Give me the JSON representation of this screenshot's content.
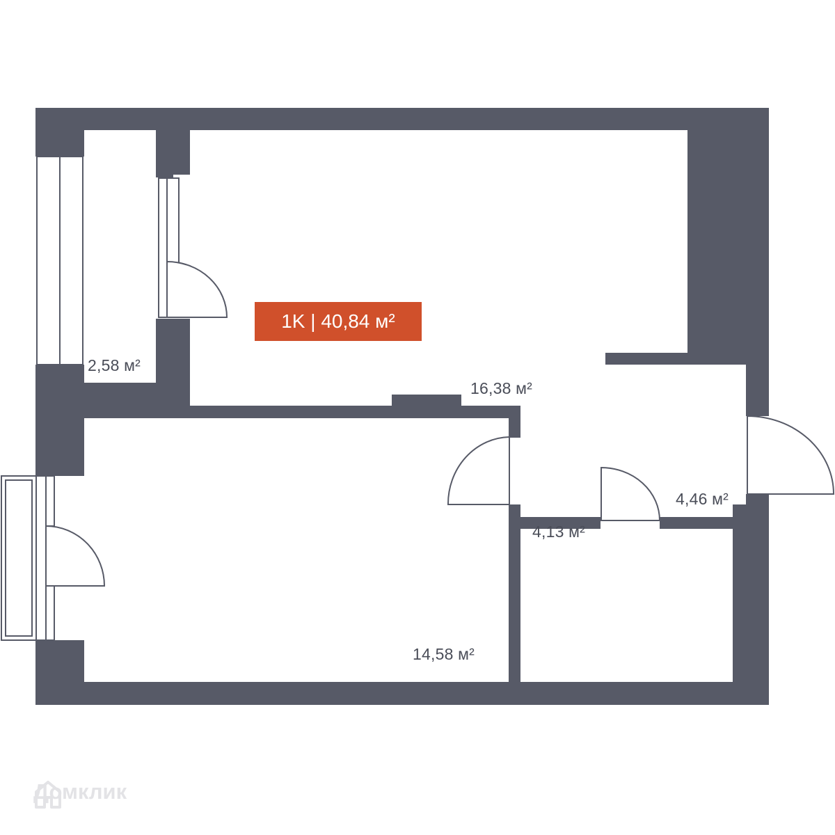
{
  "plan": {
    "apartment_label": "1K | 40,84 м²",
    "rooms": [
      {
        "id": "storage",
        "area": "2,58 м²"
      },
      {
        "id": "kitchen-living",
        "area": "16,38 м²"
      },
      {
        "id": "bedroom",
        "area": "14,58 м²"
      },
      {
        "id": "hallway",
        "area": "4,46 м²"
      },
      {
        "id": "bathroom",
        "area": "4,13 м²"
      }
    ]
  },
  "watermark": {
    "text": "Домклик",
    "icon": "house-logo-icon"
  },
  "colors": {
    "wall": "#575a67",
    "accent": "#d0502b",
    "line": "#575a67",
    "watermark": "#e3e3e6"
  }
}
